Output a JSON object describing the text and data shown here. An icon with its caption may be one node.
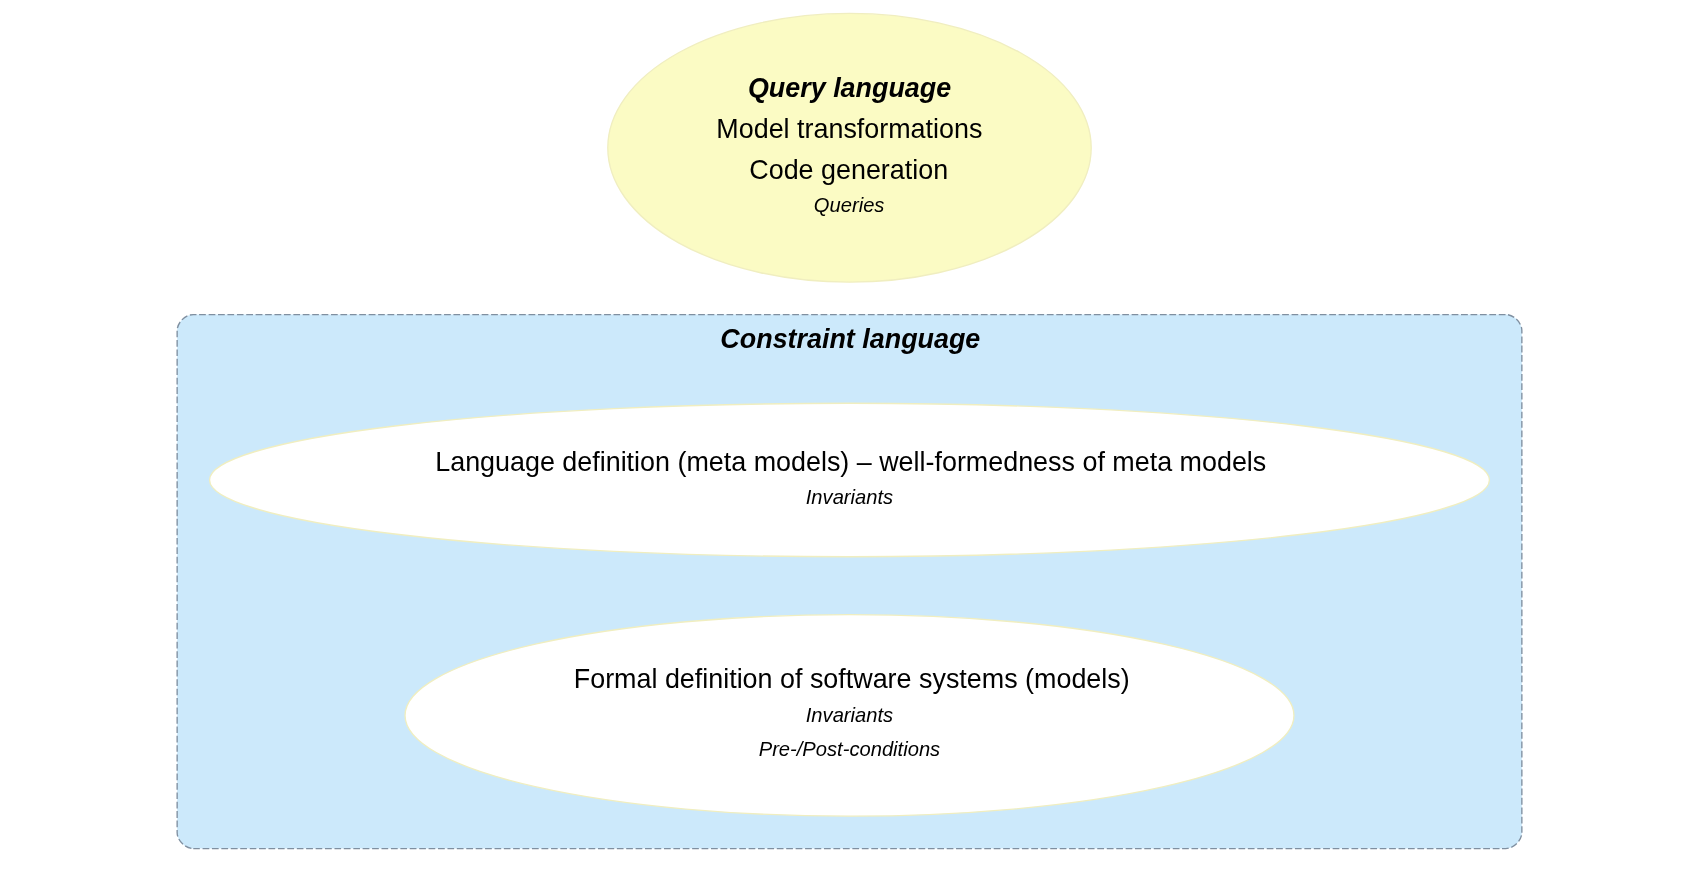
{
  "diagram": {
    "nodes": [
      {
        "text": [
          "Constraint language"
        ]
      },
      {
        "text": [
          "Language definition (meta models) – well-formedness of meta models",
          "Invariants"
        ],
        "in": 0
      },
      {
        "text": [
          "Formal definition of software systems (models)",
          "Invariants",
          "Pre-/Post-conditions"
        ],
        "in": 0
      },
      {
        "text": [
          "Query language",
          "Model transformations",
          "Code generation",
          "Queries"
        ]
      }
    ]
  }
}
